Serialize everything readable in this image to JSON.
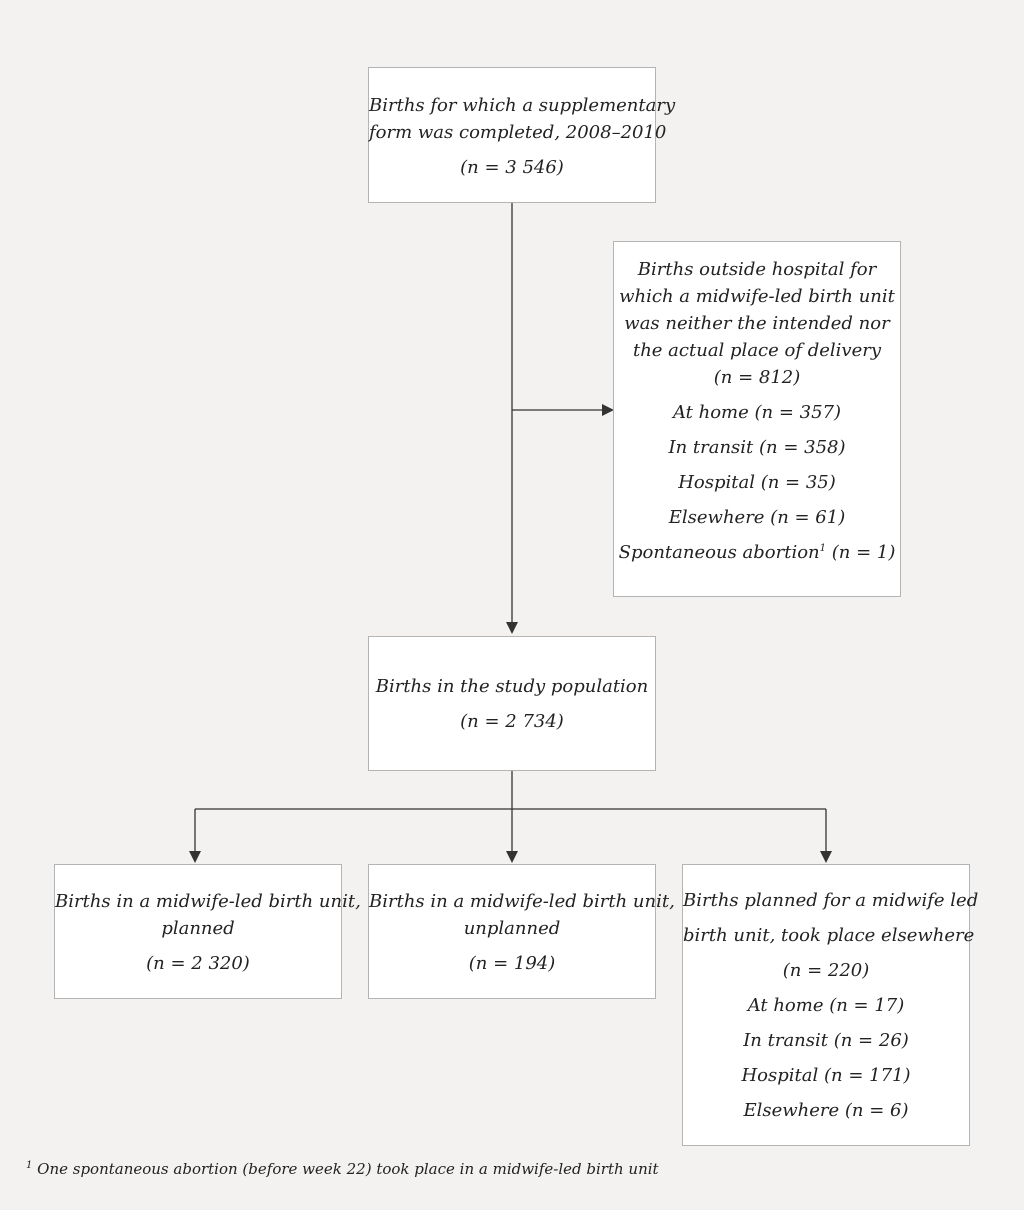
{
  "diagram": {
    "top_box": {
      "lines": [
        "Births for which a supplementary",
        "form was completed, 2008–2010"
      ],
      "count": "(n = 3 546)"
    },
    "excluded_box": {
      "lines": [
        "Births outside hospital for",
        "which a midwife-led birth unit",
        "was neither the intended nor",
        "the actual place of delivery"
      ],
      "count": "(n = 812)",
      "items": [
        "At home (n = 357)",
        "In transit (n = 358)",
        "Hospital (n = 35)",
        "Elsewhere (n = 61)"
      ],
      "abortion_label": "Spontaneous abortion",
      "abortion_sup": "1",
      "abortion_count": " (n = 1)"
    },
    "study_box": {
      "lines": [
        "Births in the study population"
      ],
      "count": "(n = 2 734)"
    },
    "planned_box": {
      "lines": [
        "Births in a midwife-led birth unit,",
        "planned"
      ],
      "count": "(n = 2 320)"
    },
    "unplanned_box": {
      "lines": [
        "Births in a midwife-led birth unit,",
        "unplanned"
      ],
      "count": "(n = 194)"
    },
    "elsewhere_box": {
      "lines": [
        "Births planned for a midwife led",
        "birth unit, took place elsewhere"
      ],
      "count": "(n = 220)",
      "items": [
        "At home (n = 17)",
        "In transit (n = 26)",
        "Hospital (n = 171)",
        "Elsewhere (n = 6)"
      ]
    }
  },
  "footnote": {
    "marker": "1",
    "text": " One spontaneous abortion (before week 22) took place in a midwife-led birth unit"
  },
  "colors": {
    "background": "#f3f2f0",
    "box_fill": "#ffffff",
    "box_border": "#b4b4b4",
    "connector": "#333333"
  }
}
